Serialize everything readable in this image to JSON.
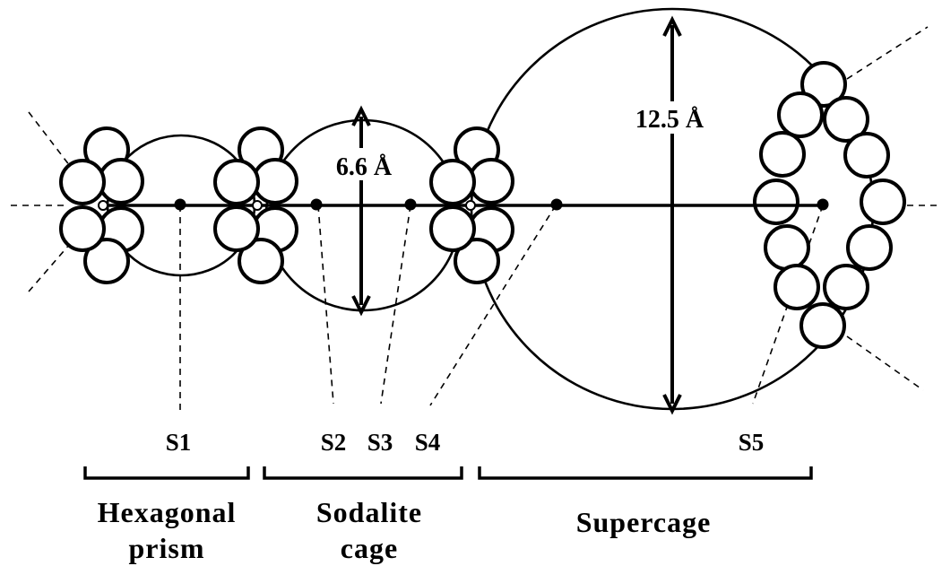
{
  "dimensions": {
    "sodalite": "6.6 Å",
    "supercage": "12.5 Å"
  },
  "sites": [
    "S1",
    "S2",
    "S3",
    "S4",
    "S5"
  ],
  "regions": {
    "hexagonal_prism": [
      "Hexagonal",
      "prism"
    ],
    "sodalite_cage": [
      "Sodalite",
      "cage"
    ],
    "supercage": [
      "Supercage"
    ]
  }
}
